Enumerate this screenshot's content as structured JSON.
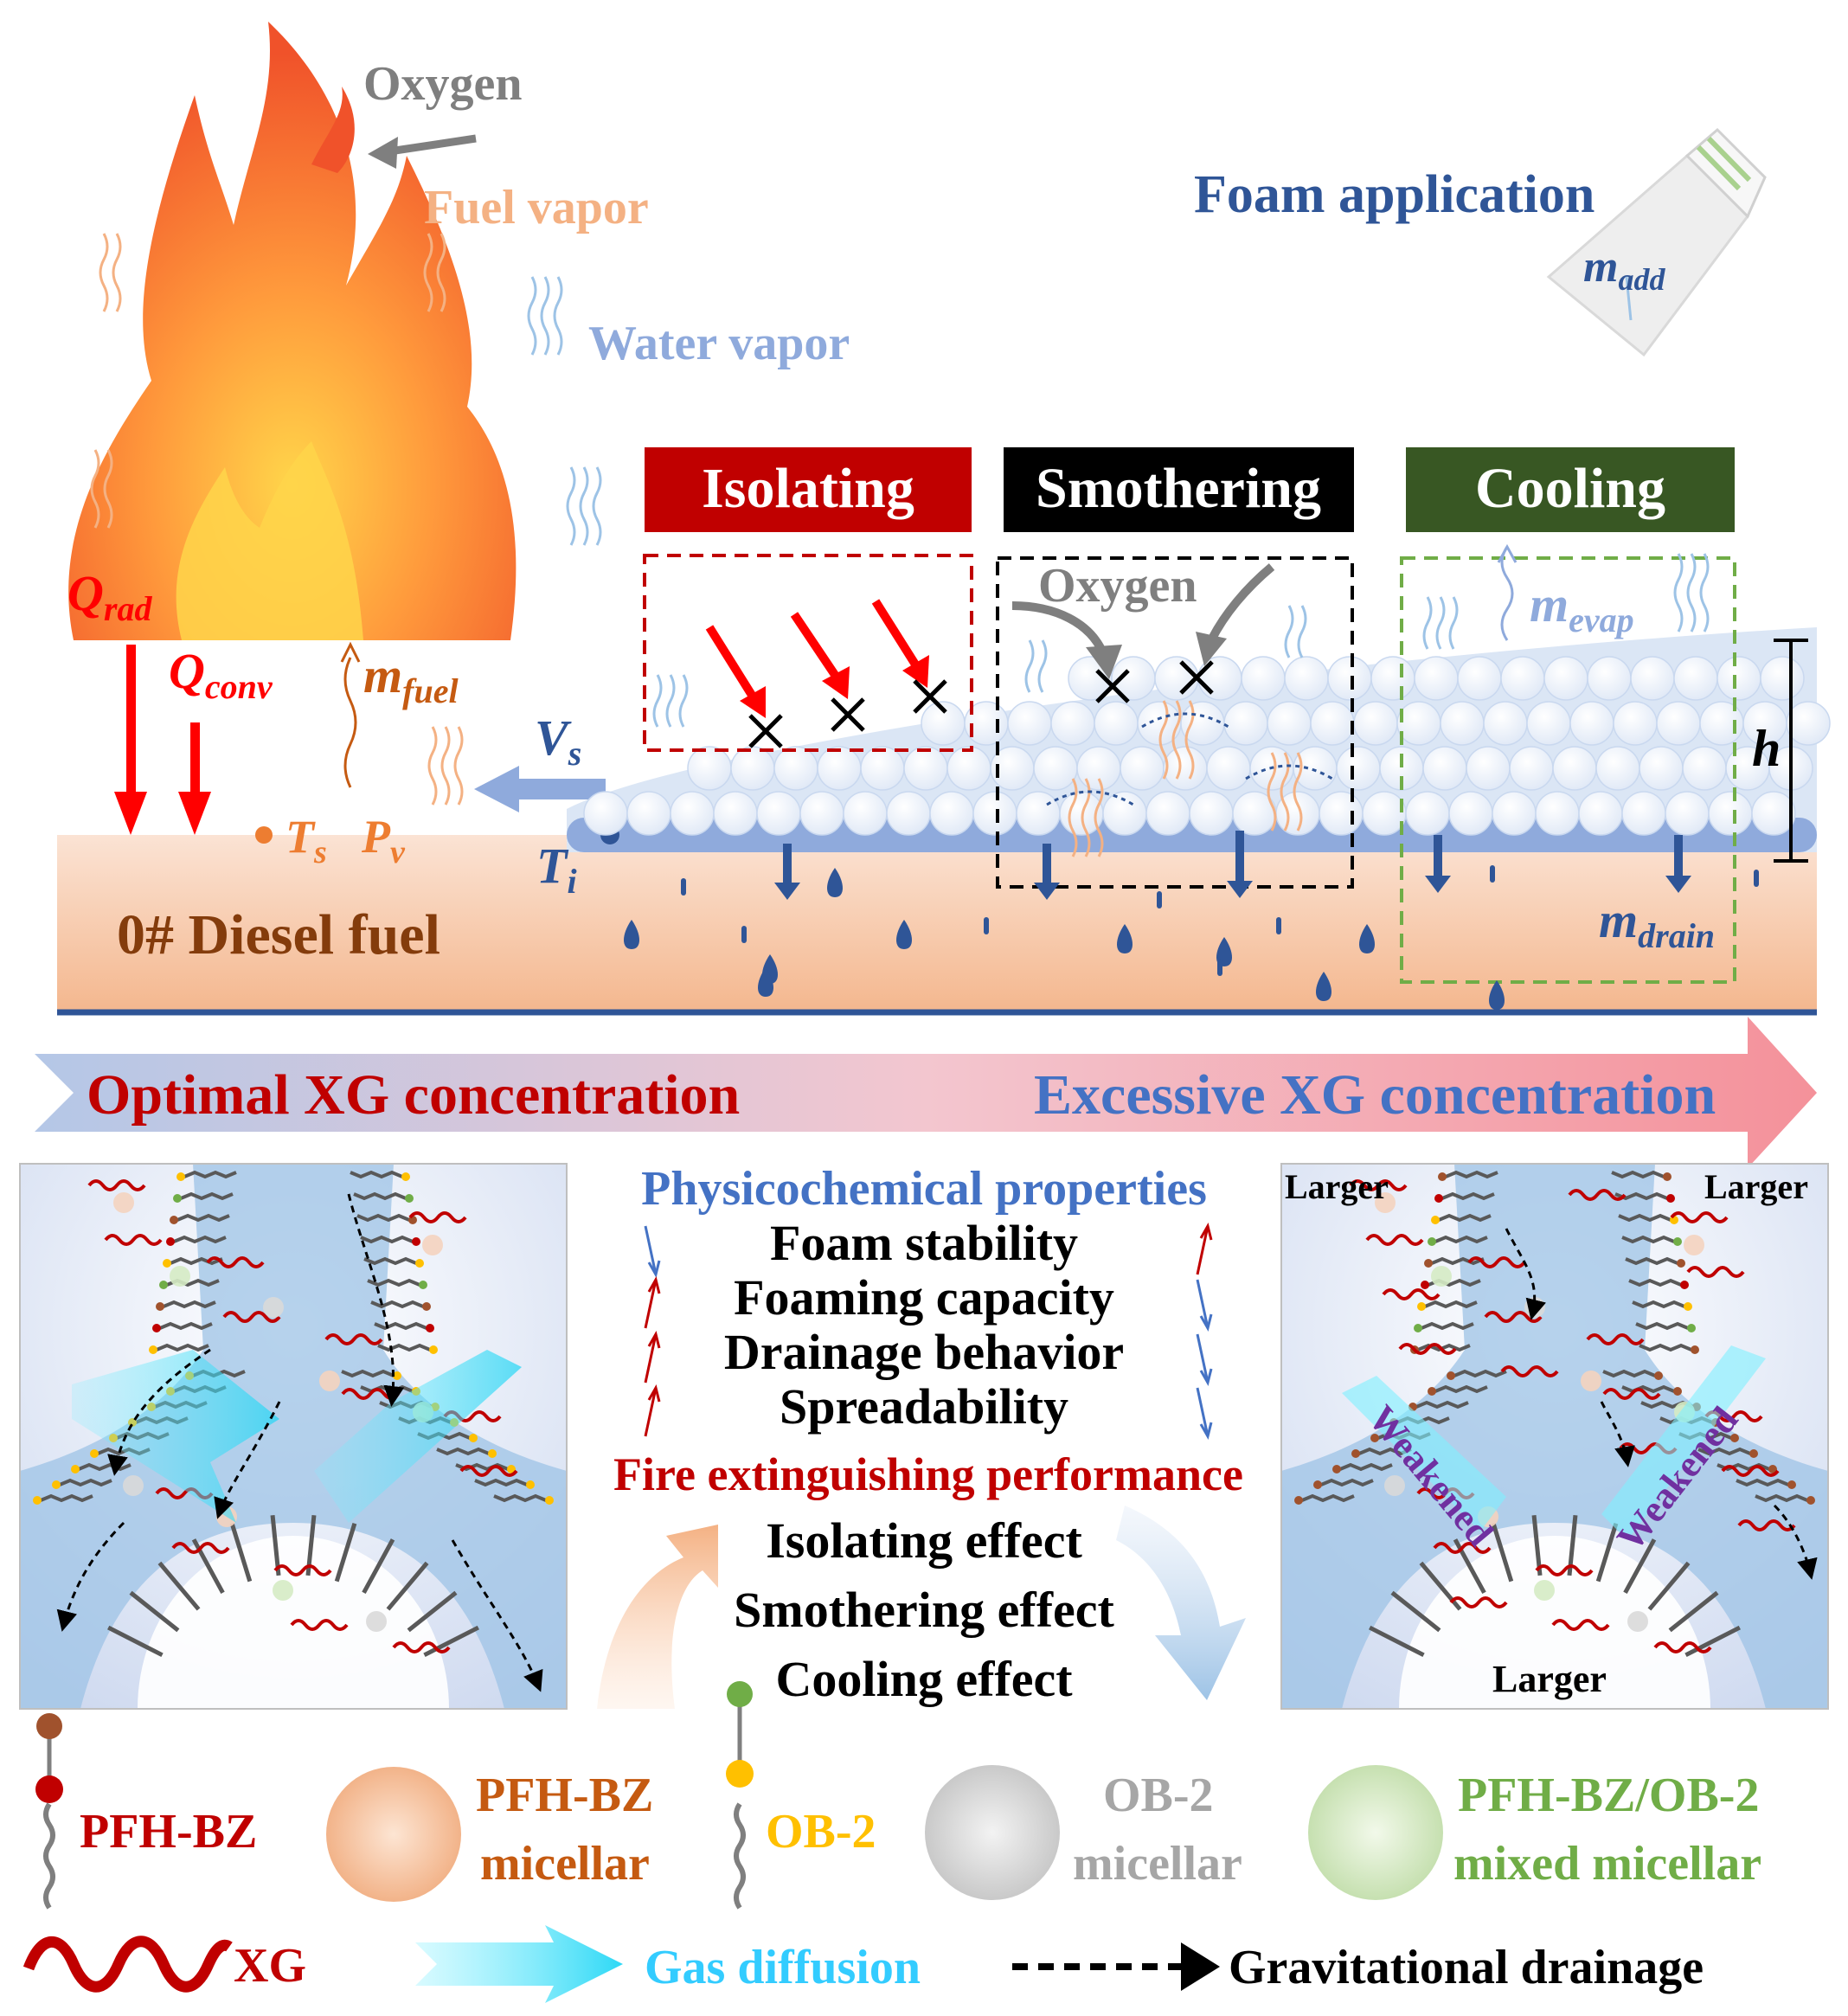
{
  "top": {
    "oxygen_label": "Oxygen",
    "fuel_vapor_label": "Fuel vapor",
    "water_vapor_label": "Water vapor",
    "foam_application_label": "Foam application",
    "m_add": {
      "base": "m",
      "sub": "add"
    },
    "q_rad": {
      "base": "Q",
      "sub": "rad"
    },
    "q_conv": {
      "base": "Q",
      "sub": "conv"
    },
    "m_fuel": {
      "base": "m",
      "sub": "fuel"
    },
    "v_s": {
      "base": "V",
      "sub": "s"
    },
    "t_s": {
      "base": "T",
      "sub": "s"
    },
    "p_v": {
      "base": "P",
      "sub": "v"
    },
    "t_i": {
      "base": "T",
      "sub": "i"
    },
    "h_label": "h",
    "m_evap": {
      "base": "m",
      "sub": "evap"
    },
    "m_drain": {
      "base": "m",
      "sub": "drain"
    },
    "fuel_label": "0# Diesel fuel",
    "mechanisms": [
      {
        "label": "Isolating",
        "color": "#c00000"
      },
      {
        "label": "Smothering",
        "color": "#000000"
      },
      {
        "label": "Cooling",
        "color": "#385723"
      }
    ],
    "smothering_oxygen_label": "Oxygen"
  },
  "band": {
    "optimal_label": "Optimal XG concentration",
    "excessive_label": "Excessive XG concentration"
  },
  "middle": {
    "properties_title": "Physicochemical properties",
    "properties": [
      {
        "label": "Foam stability",
        "optimal": "down",
        "excessive": "up"
      },
      {
        "label": "Foaming capacity",
        "optimal": "up",
        "excessive": "down"
      },
      {
        "label": "Drainage behavior",
        "optimal": "up",
        "excessive": "down"
      },
      {
        "label": "Spreadability",
        "optimal": "up",
        "excessive": "down"
      }
    ],
    "performance_title": "Fire extinguishing performance",
    "effects": [
      "Isolating effect",
      "Smothering effect",
      "Cooling effect"
    ]
  },
  "right_panel": {
    "larger_left": "Larger",
    "larger_right": "Larger",
    "larger_bottom": "Larger",
    "weakened_left": "Weakened",
    "weakened_right": "Weakened"
  },
  "legend": {
    "pfh_bz": "PFH-BZ",
    "pfh_bz_micellar": [
      "PFH-BZ",
      "micellar"
    ],
    "ob2": "OB-2",
    "ob2_micellar": [
      "OB-2",
      "micellar"
    ],
    "mixed_micellar": [
      "PFH-BZ/OB-2",
      "mixed micellar"
    ],
    "xg": "XG",
    "gas_diffusion": "Gas diffusion",
    "gravitational_drainage": "Gravitational drainage"
  },
  "colors": {
    "blue_text": "#2f5597",
    "red_text": "#c00000",
    "orange_text": "#f4b183",
    "gray_text": "#7f7f7f",
    "light_blue_text": "#8faadc",
    "brown_text": "#843c0c",
    "gold_text": "#ffc000",
    "green_text": "#70ad47",
    "cyan_text": "#33ccff"
  }
}
